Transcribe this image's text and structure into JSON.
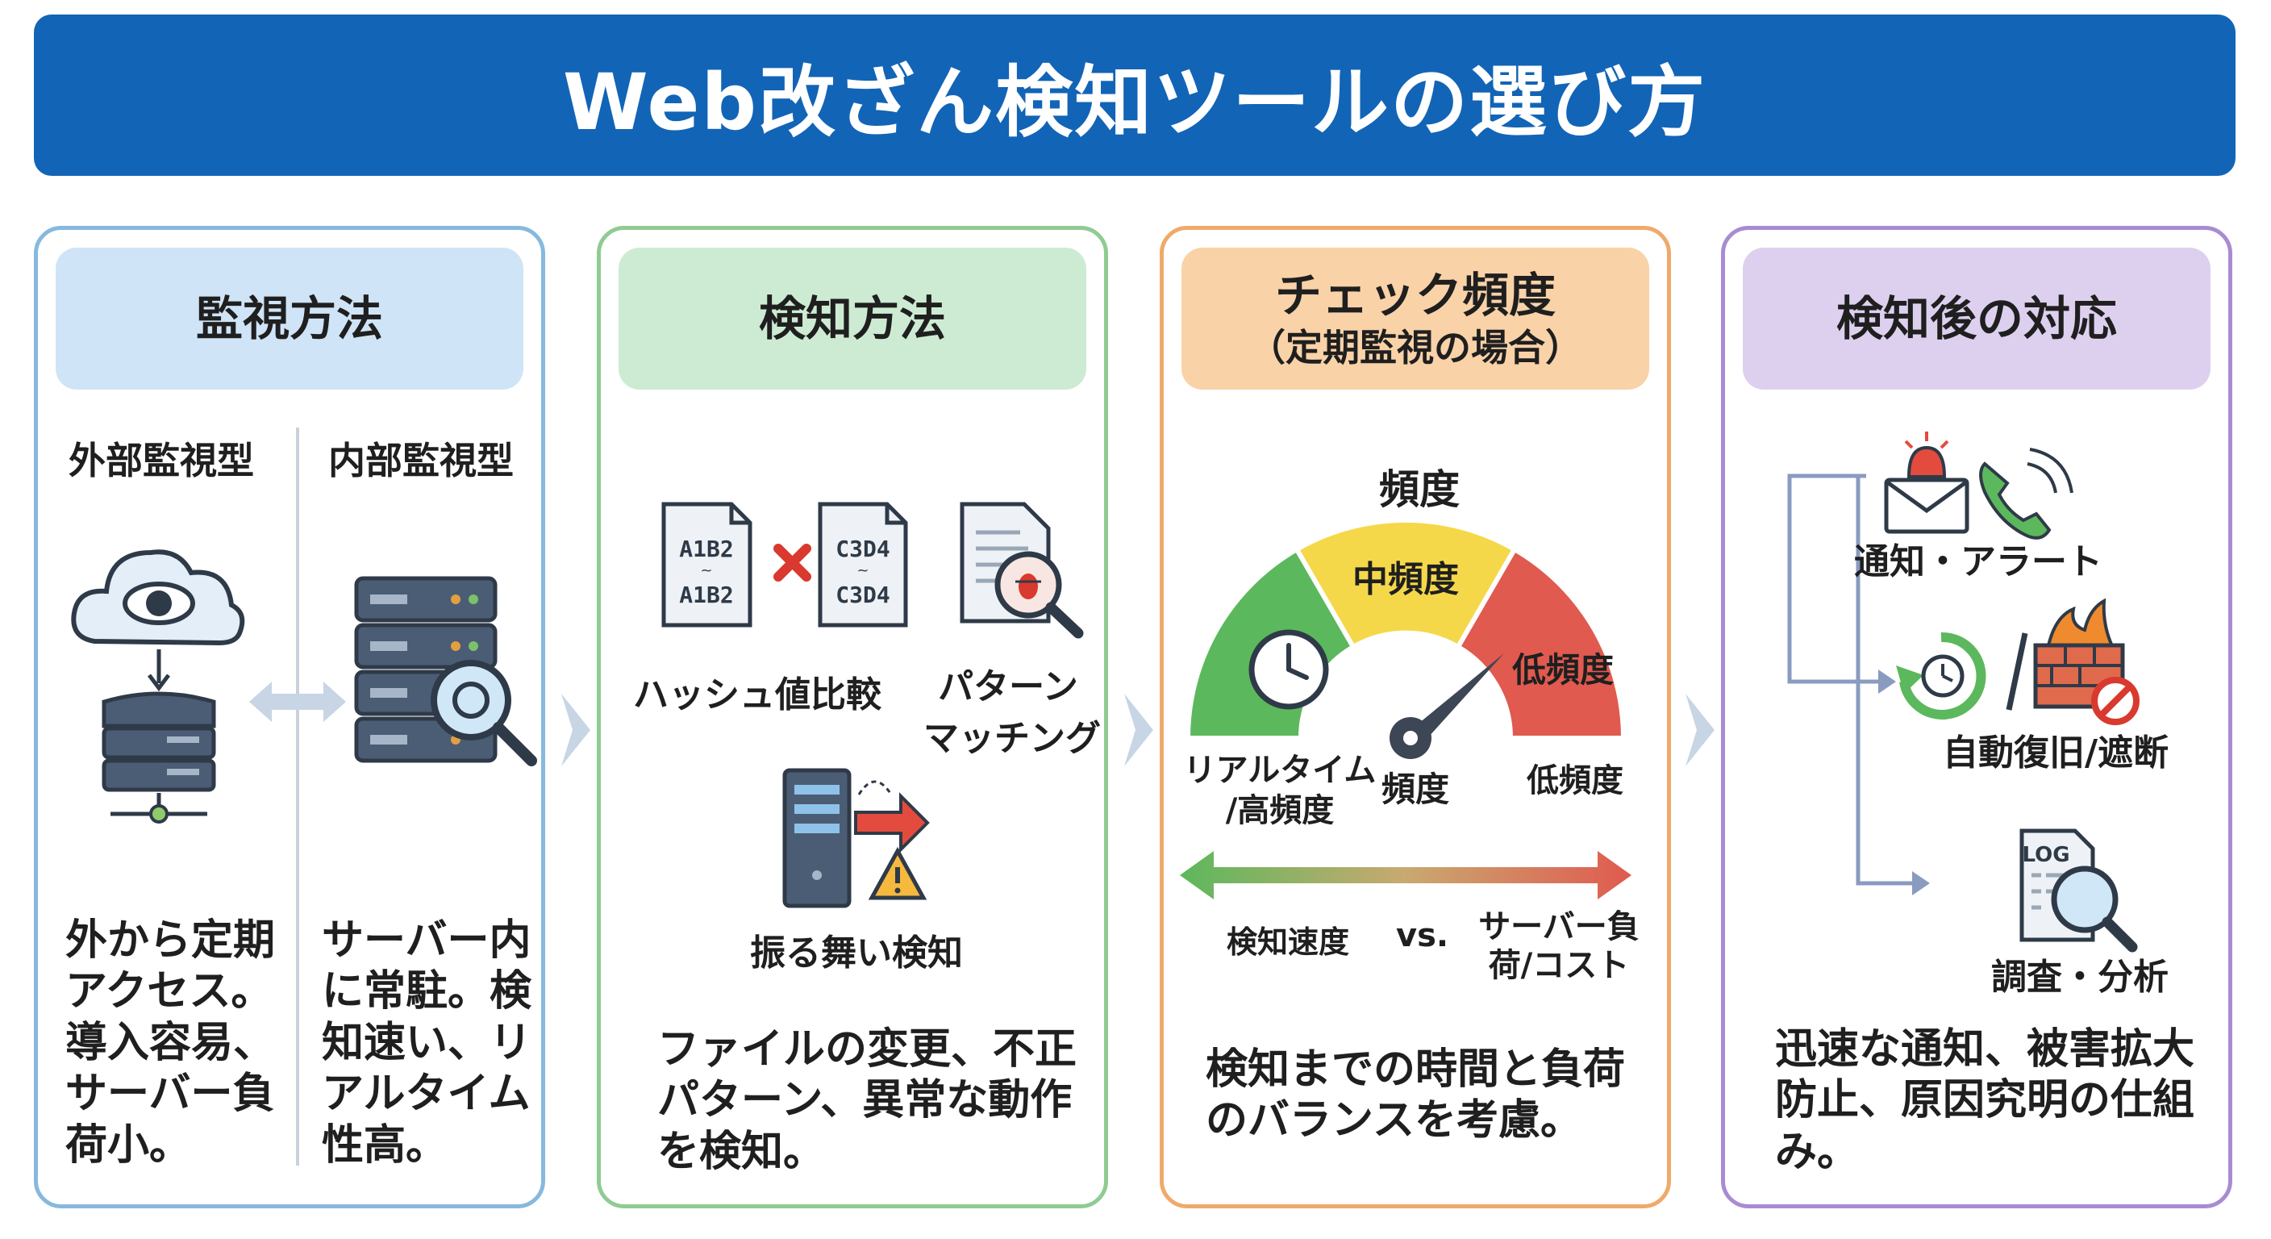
{
  "title": "Web改ざん検知ツールの選び方",
  "panels": {
    "monitoring": {
      "heading": "監視方法",
      "external_label": "外部監視型",
      "internal_label": "内部監視型",
      "external_desc": "外から定期アクセス。導入容易、サーバー負荷小。",
      "internal_desc": "サーバー内に常駐。検知速い、リアルタイム性高。"
    },
    "detection": {
      "heading": "検知方法",
      "hash_label": "ハッシュ値比較",
      "pattern_label_1": "パターン",
      "pattern_label_2": "マッチング",
      "behavior_label": "振る舞い検知",
      "file_a_1": "A1B2",
      "file_a_2": "A1B2",
      "file_b_1": "C3D4",
      "file_b_2": "C3D4",
      "desc": "ファイルの変更、不正パターン、異常な動作を検知。"
    },
    "frequency": {
      "heading": "チェック頻度",
      "subheading": "（定期監視の場合）",
      "gauge_title": "頻度",
      "gauge_mid": "中頻度",
      "gauge_low": "低頻度",
      "realtime_1": "リアルタイム",
      "realtime_2": "/高頻度",
      "needle_label": "頻度",
      "low_label": "低頻度",
      "speed_label": "検知速度",
      "vs_label": "vs.",
      "load_label_1": "サーバー負",
      "load_label_2": "荷/コスト",
      "desc": "検知までの時間と負荷のバランスを考慮。"
    },
    "response": {
      "heading": "検知後の対応",
      "notify_label": "通知・アラート",
      "restore_label": "自動復旧/遮断",
      "log_text": "LOG",
      "investigate_label": "調査・分析",
      "desc": "迅速な通知、被害拡大防止、原因究明の仕組み。"
    }
  },
  "colors": {
    "banner": "#1264b6",
    "gauge_green": "#5cb85c",
    "gauge_yellow": "#f5d84a",
    "gauge_red": "#e05a4f"
  }
}
